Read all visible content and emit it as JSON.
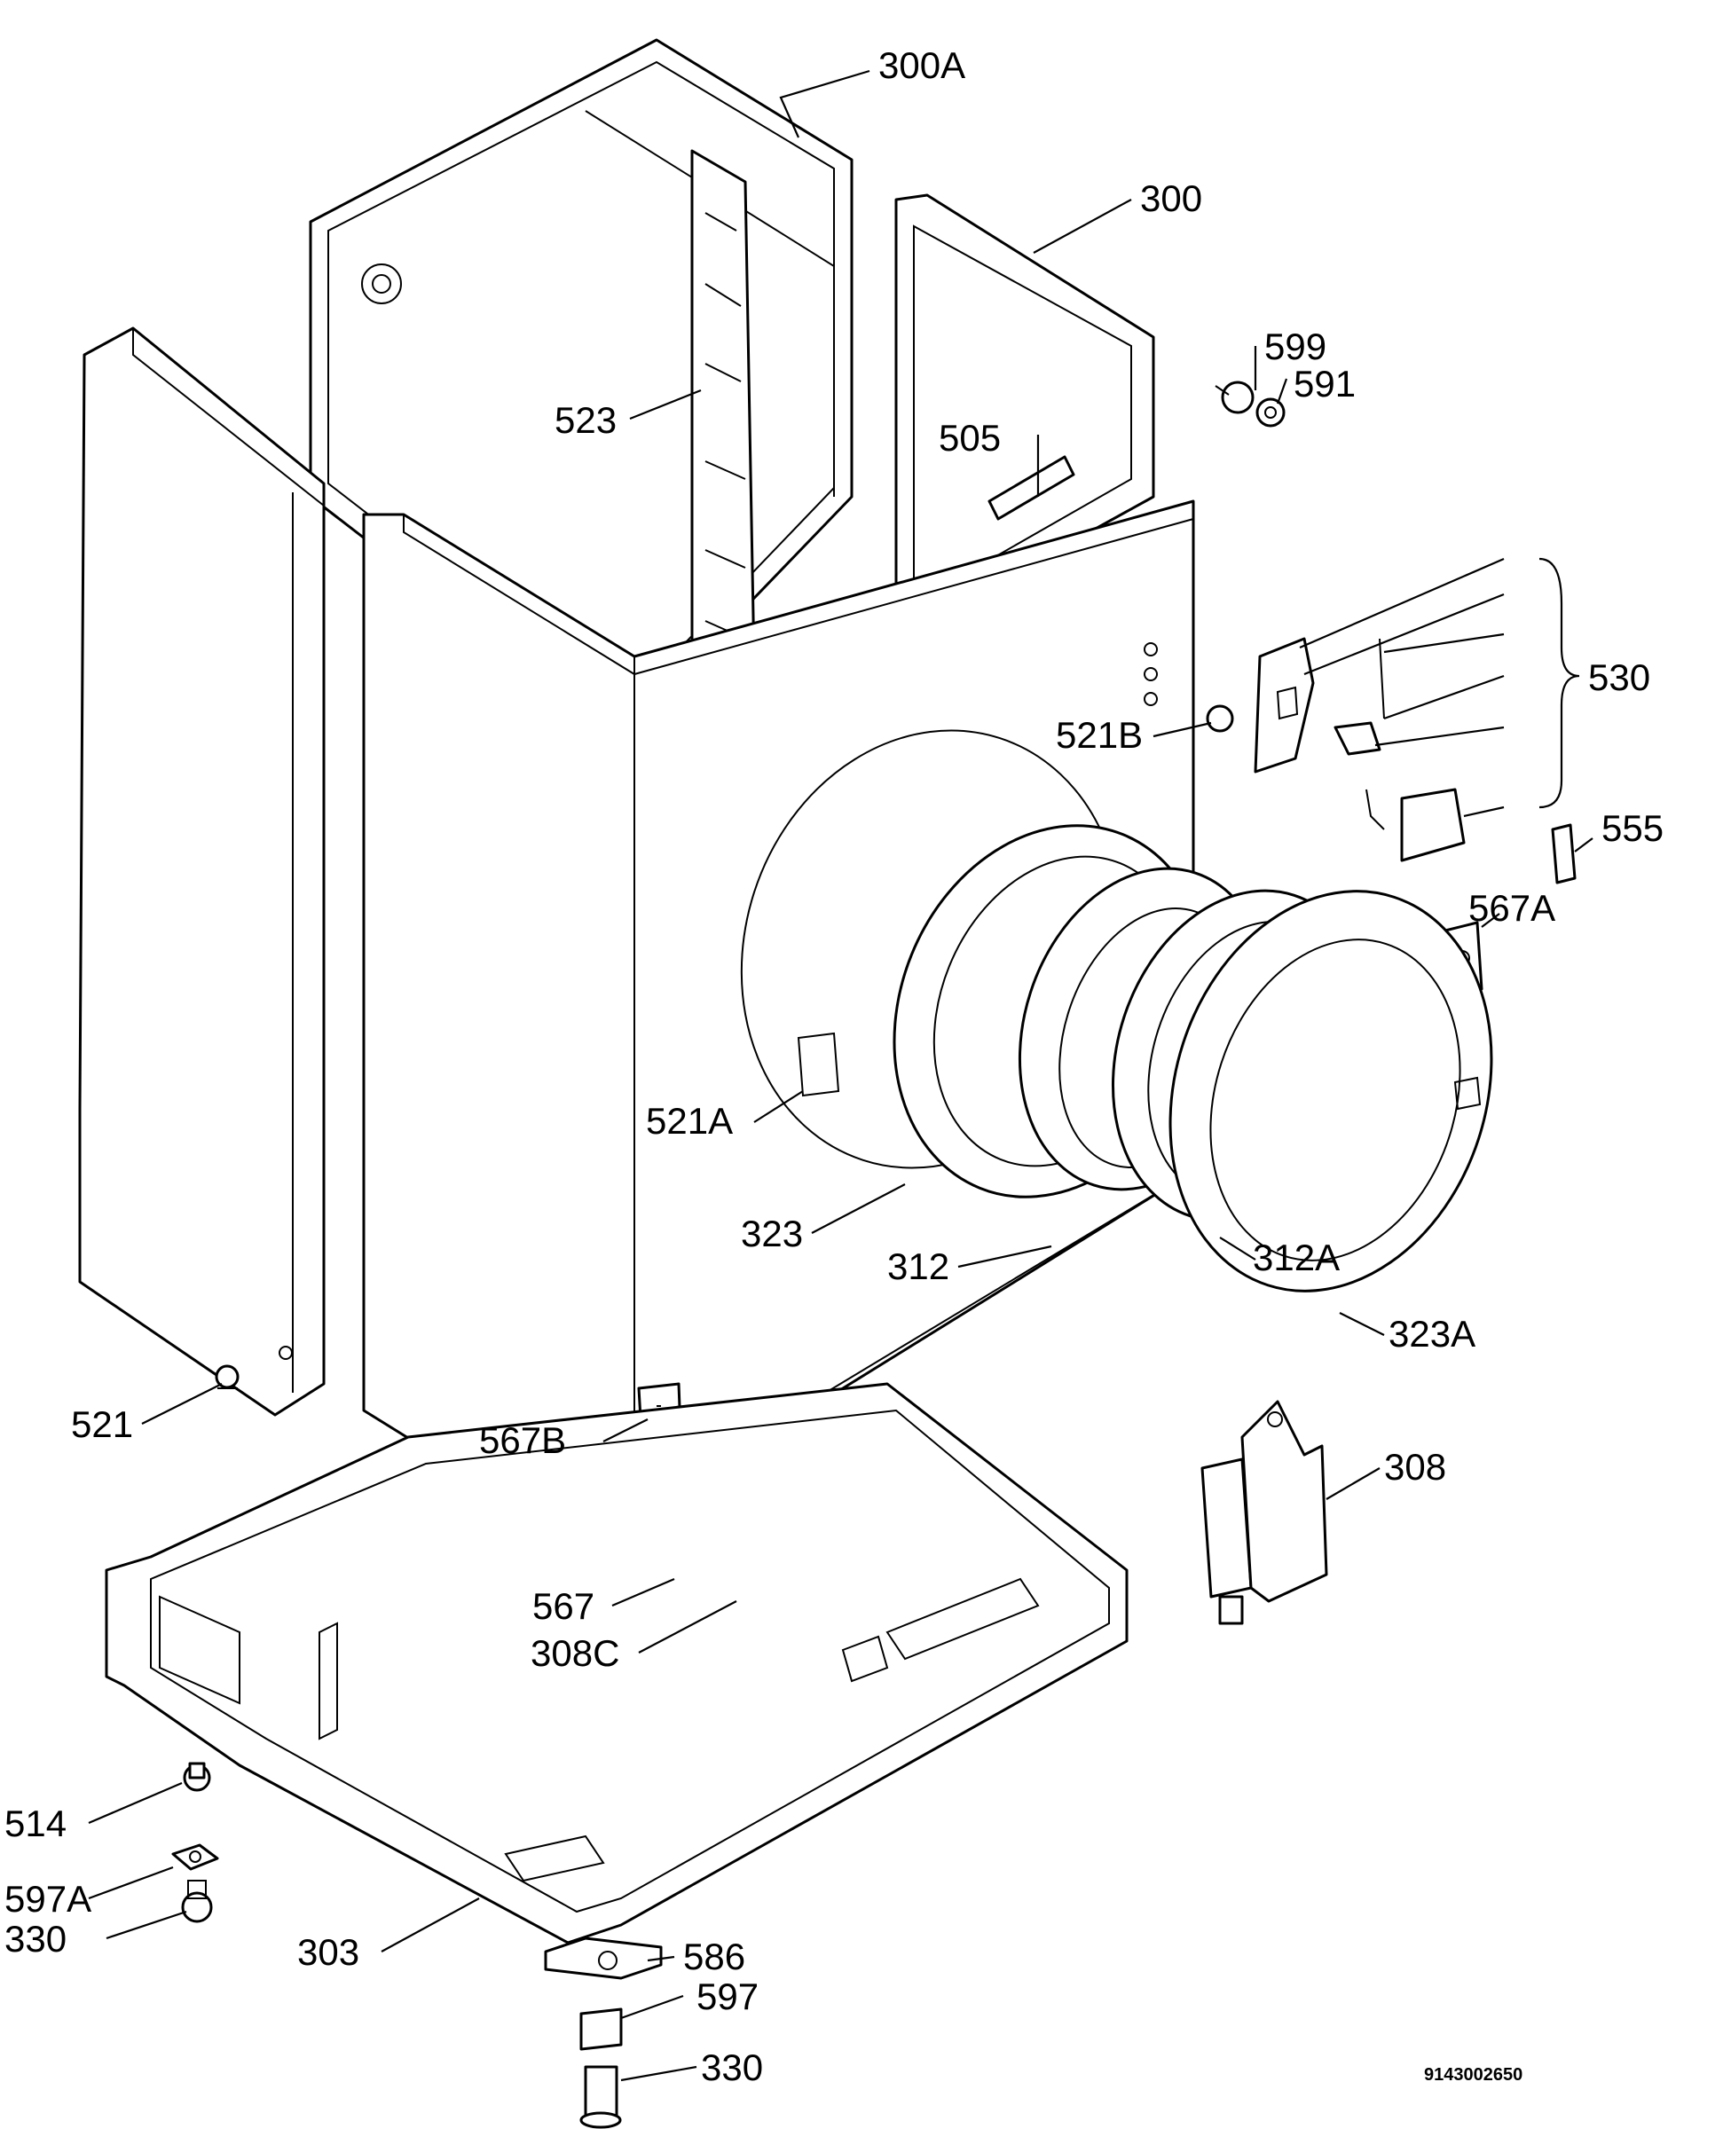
{
  "diagram": {
    "labels": {
      "l300a": "300A",
      "l300": "300",
      "l599": "599",
      "l591": "591",
      "l523": "523",
      "l505": "505",
      "l530": "530",
      "l521b": "521B",
      "l555": "555",
      "l567a": "567A",
      "l521a": "521A",
      "l323": "323",
      "l312": "312",
      "l312a": "312A",
      "l323a": "323A",
      "l521": "521",
      "l567b": "567B",
      "l308": "308",
      "l567": "567",
      "l308c": "308C",
      "l514": "514",
      "l597a": "597A",
      "l330a": "330",
      "l303": "303",
      "l586": "586",
      "l597": "597",
      "l330b": "330"
    },
    "drawing_number": "9143002650"
  }
}
